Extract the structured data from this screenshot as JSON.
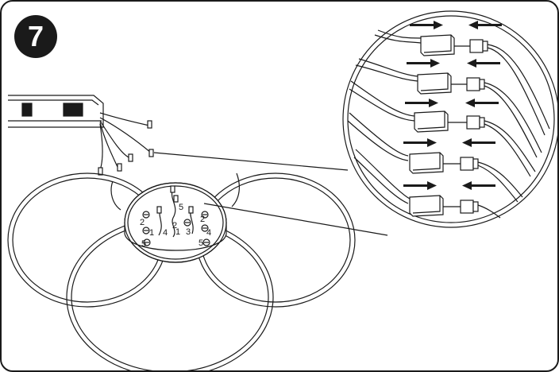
{
  "step": {
    "number": "7"
  },
  "base_labels": {
    "left_2": "2",
    "left_1": "1",
    "left_5": "5",
    "center_5": "5",
    "center_2": "2",
    "center_4": "4",
    "center_1": "1",
    "center_3": "3",
    "right_2": "2",
    "right_4": "4",
    "right_5": "5"
  },
  "colors": {
    "ink": "#1a1a1a",
    "paper": "#ffffff"
  },
  "icons": [
    "arrow-right-icon",
    "arrow-left-icon",
    "connector-plug-icon",
    "connector-socket-icon"
  ]
}
